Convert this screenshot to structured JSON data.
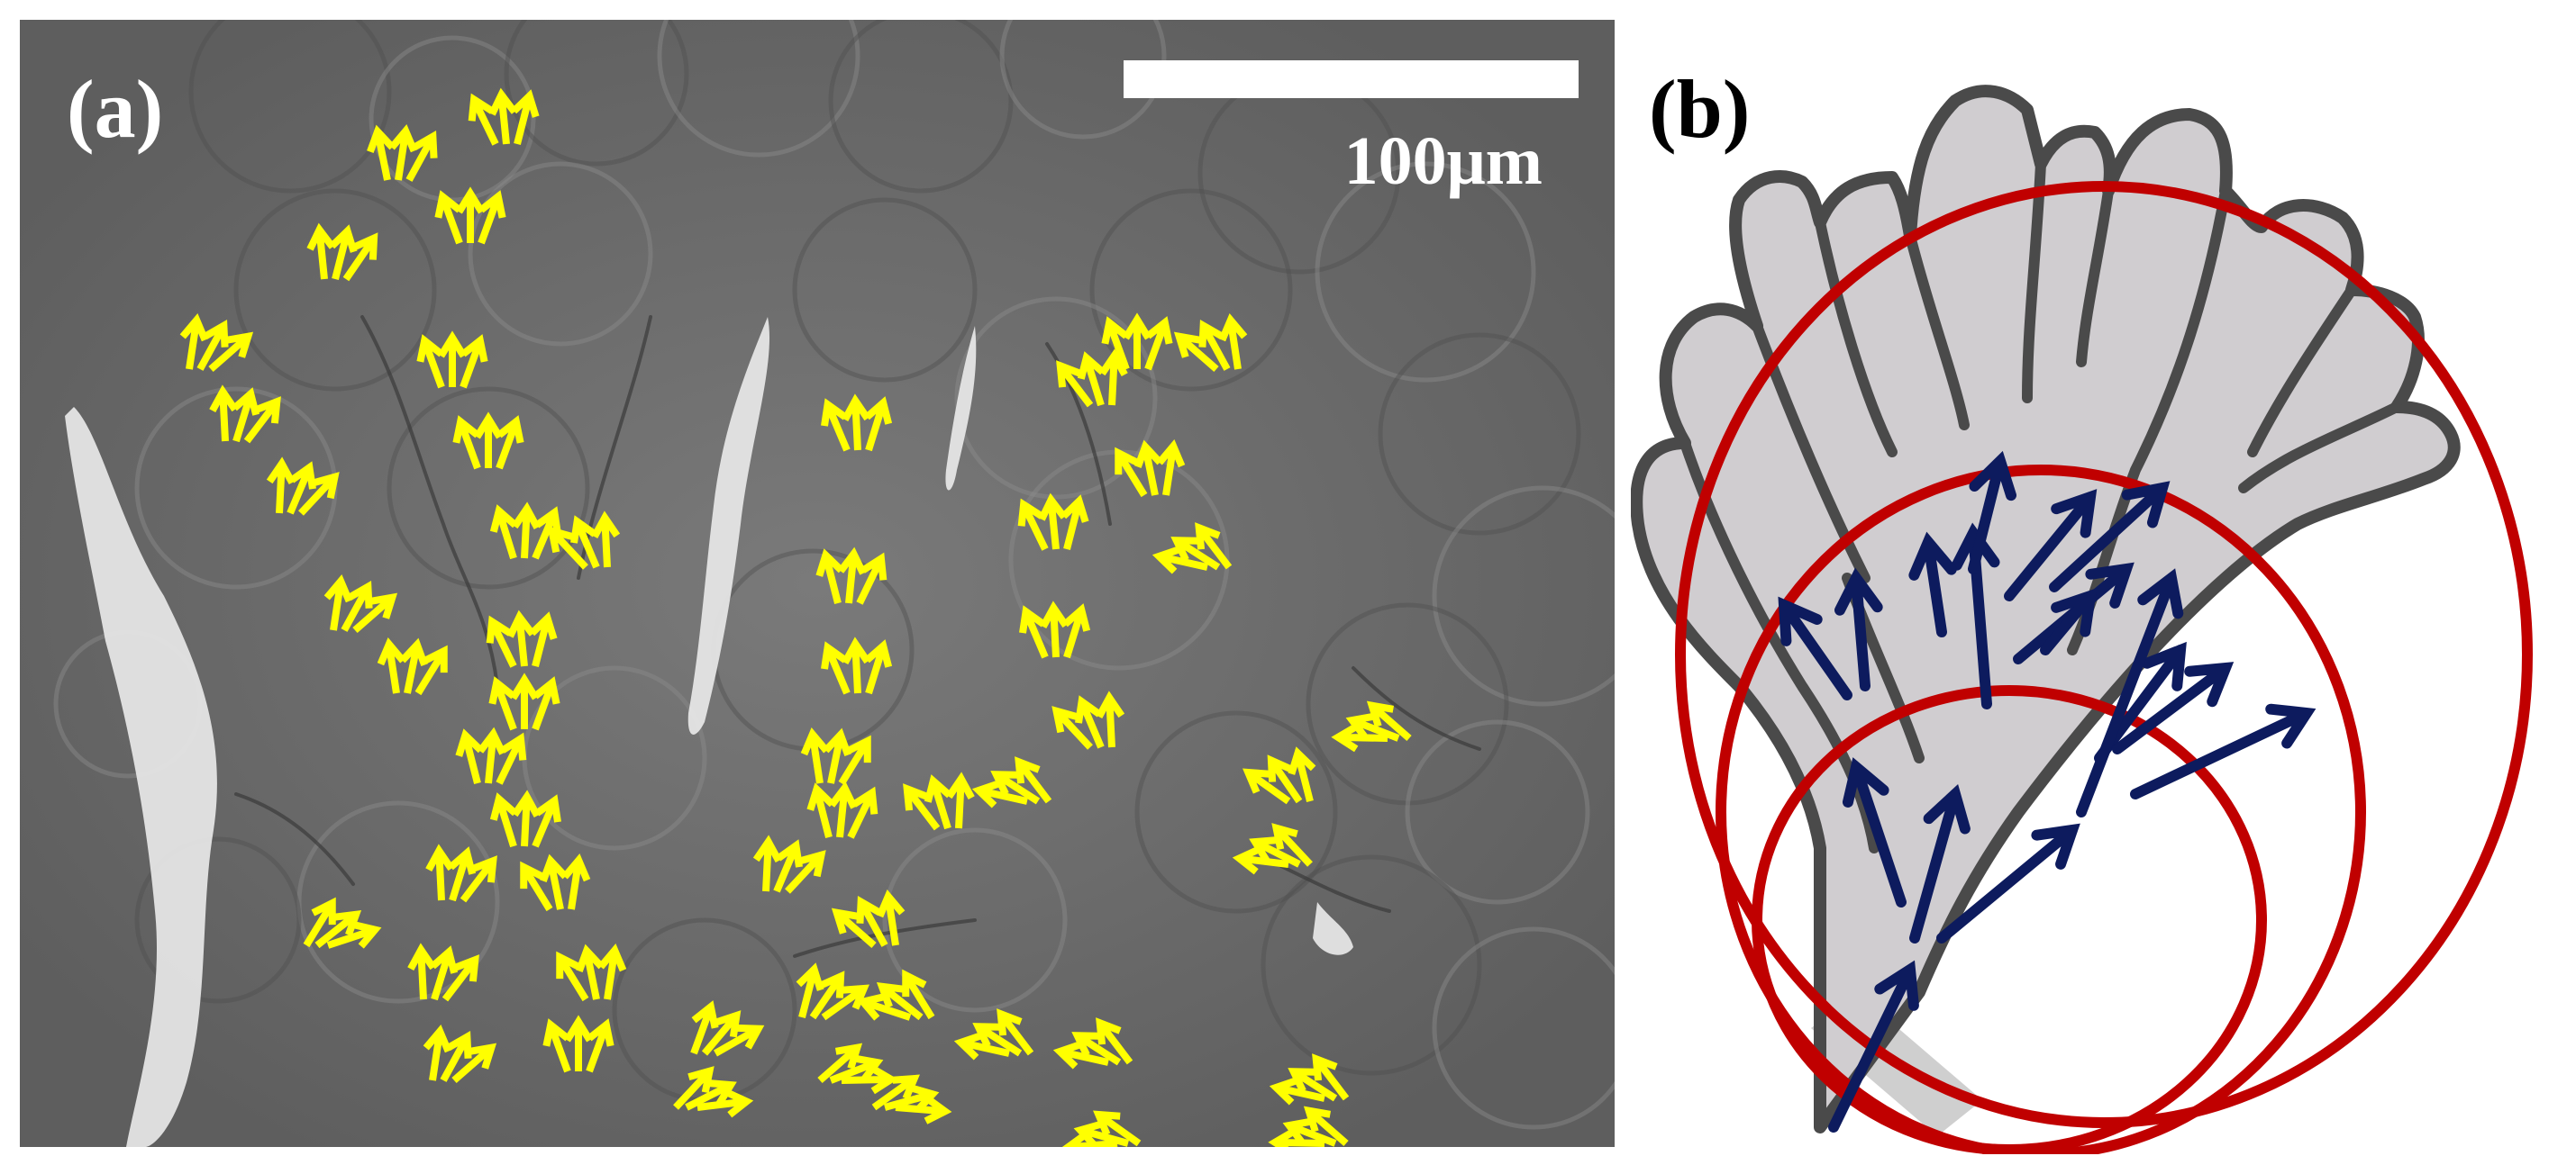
{
  "panel_a": {
    "label": "(a)",
    "scale_bar_label": "100μm",
    "arrow_color": "#ffff00"
  },
  "panel_b": {
    "label": "(b)",
    "arrow_color": "#0d1b5e",
    "circle_color": "#c00000",
    "grain_fill": "#d0cdd0",
    "grain_outline": "#4a4a4a"
  }
}
